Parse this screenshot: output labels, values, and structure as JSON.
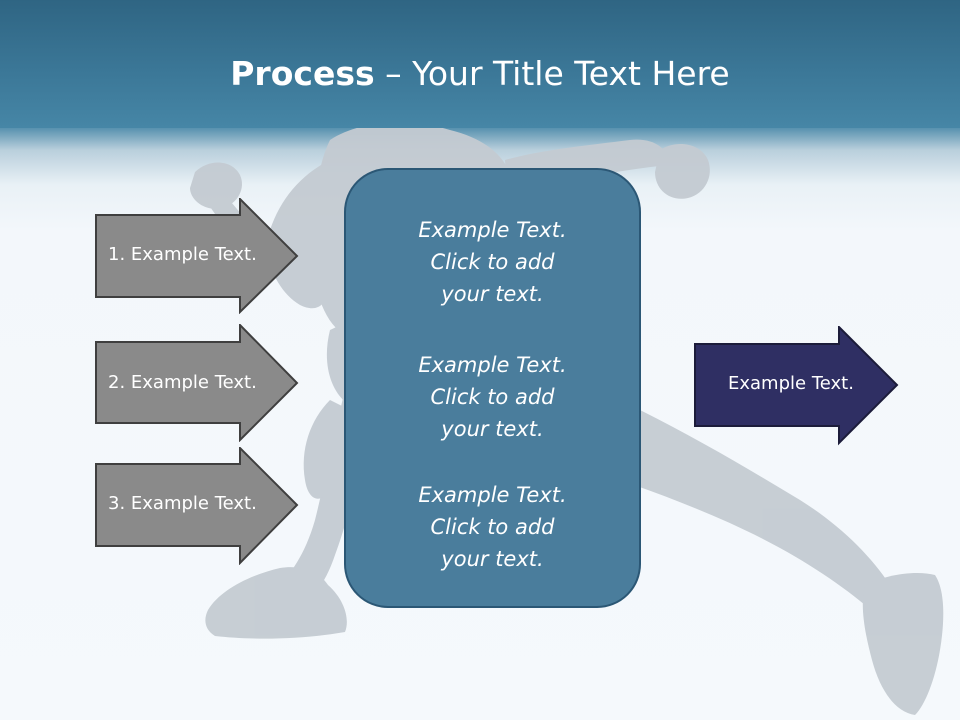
{
  "title": {
    "bold": "Process",
    "rest": " – Your Title Text Here"
  },
  "left_arrows": [
    {
      "label": "1. Example Text."
    },
    {
      "label": "2. Example Text."
    },
    {
      "label": "3. Example Text."
    }
  ],
  "center_box": {
    "paragraphs": [
      {
        "lines": [
          "Example Text.",
          "Click  to add",
          "your text."
        ]
      },
      {
        "lines": [
          "Example Text.",
          "Click  to add",
          "your text."
        ]
      },
      {
        "lines": [
          "Example Text.",
          "Click  to add",
          "your text."
        ]
      }
    ]
  },
  "right_arrow": {
    "label": "Example Text."
  },
  "colors": {
    "header": "#3b7797",
    "left_arrow_fill": "#8a8a8a",
    "center_box_fill": "#4a7d9c",
    "right_arrow_fill": "#2f2f63",
    "runner_silhouette": "#c7cdd3"
  }
}
